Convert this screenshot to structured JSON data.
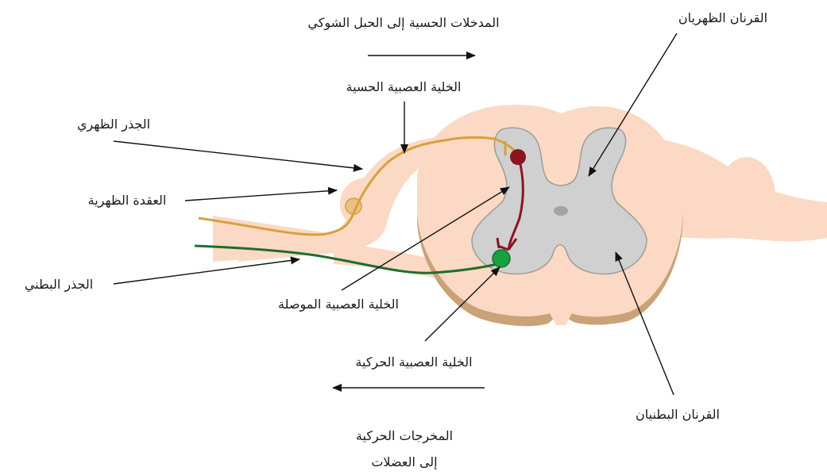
{
  "colors": {
    "tissue": "#fcd9c4",
    "tissue_shadow": "#c9a278",
    "grey_matter": "#d0d0d0",
    "grey_outline": "#9c9c9c",
    "canal": "#a3a3a3",
    "sensory_fiber": "#d6a13d",
    "motor_fiber": "#1f6d2d",
    "motor_cell": "#18a23d",
    "interneuron": "#8a1520",
    "leader_line": "#111111",
    "text": "#1a1a1a"
  },
  "labels": {
    "sensory_input": "المدخلات الحسية إلى الحبل الشوكي",
    "dorsal_horns": "القرنان الظهريان",
    "sensory_neuron": "الخلية العصبية الحسية",
    "dorsal_root": "الجذر الظهري",
    "dorsal_ganglion": "العقدة الظهرية",
    "ventral_root": "الجذر البطني",
    "interneuron": "الخلية العصبية الموصلة",
    "motor_neuron": "الخلية العصبية الحركية",
    "ventral_horns": "القرنان البطنيان",
    "motor_output_line1": "المخرجات الحركية",
    "motor_output_line2": "إلى العضلات"
  }
}
